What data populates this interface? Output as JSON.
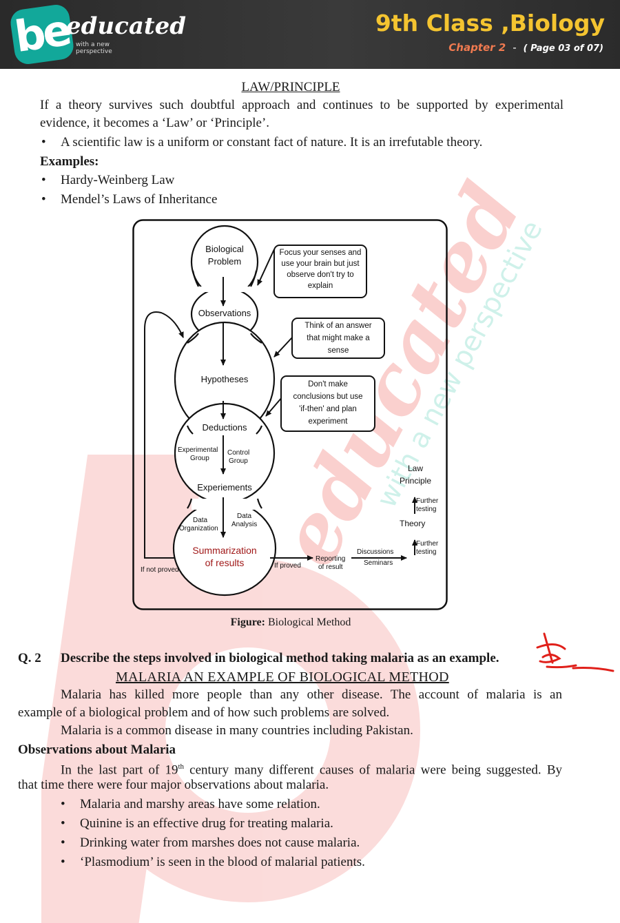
{
  "header": {
    "logo_mark": "be",
    "logo_word": "educated",
    "logo_tagline": "with a new perspective",
    "title": "9th Class ,Biology",
    "chapter": "Chapter 2",
    "separator": "-",
    "page": "( Page 03 of 07)"
  },
  "law_section": {
    "heading": "LAW/PRINCIPLE",
    "para_line1": "If a theory survives such doubtful approach and continues to be supported by experimental",
    "para_line2": "evidence, it becomes a ‘Law’ or ‘Principle’.",
    "bullet": "A scientific law is a uniform or constant fact of nature. It is an irrefutable theory.",
    "examples_heading": "Examples:",
    "examples": [
      "Hardy-Weinberg Law",
      "Mendel’s Laws of Inheritance"
    ]
  },
  "figure": {
    "nodes": {
      "biological_problem_1": "Biological",
      "biological_problem_2": "Problem",
      "observations": "Observations",
      "hypotheses": "Hypotheses",
      "deductions": "Deductions",
      "experimental_group_1": "Experimental",
      "experimental_group_2": "Group",
      "control_group_1": "Control",
      "control_group_2": "Group",
      "experiments": "Experiements",
      "data_organization_1": "Data",
      "data_organization_2": "Organization",
      "data_analysis_1": "Data",
      "data_analysis_2": "Analysis",
      "summarization_1": "Summarization",
      "summarization_2": "of results",
      "if_not_proved": "If not proved",
      "if_proved": "If proved",
      "reporting_1": "Reporting",
      "reporting_2": "of result",
      "discussions": "Discussions",
      "seminars": "Seminars",
      "further_testing_1a": "Further",
      "further_testing_1b": "testing",
      "theory": "Theory",
      "further_testing_2a": "Further",
      "further_testing_2b": "testing",
      "law": "Law",
      "principle": "Principle"
    },
    "notes": {
      "focus": [
        "Focus your senses and",
        "use your brain but just",
        "observe don't try to",
        "explain"
      ],
      "think": [
        "Think of an answer",
        "that might make a",
        "sense"
      ],
      "dont": [
        "Don't make",
        "conclusions but use",
        "'if-then' and plan",
        "experiment"
      ]
    },
    "caption_prefix": "Figure:",
    "caption": "Biological Method"
  },
  "q2": {
    "number": "Q. 2",
    "question": "Describe the steps involved in biological method taking malaria as an example.",
    "heading": "MALARIA AN EXAMPLE OF BIOLOGICAL METHOD",
    "p1_line1": "Malaria has killed more people than any other disease. The account of malaria is an",
    "p1_line2": "example of a biological problem and of how such problems are solved.",
    "p2": "Malaria is a common disease in many countries including Pakistan.",
    "obs_heading": "Observations about Malaria",
    "p3_line1_a": "In the last part of 19",
    "p3_line1_sup": "th",
    "p3_line1_b": " century many different causes of malaria were being suggested. By",
    "p3_line2": "that time there were four major observations about malaria.",
    "bullets": [
      "Malaria and marshy areas have some relation.",
      "Quinine is an effective drug for treating malaria.",
      "Drinking water from marshes does not cause malaria.",
      "‘Plasmodium’ is seen in the blood of malarial patients."
    ]
  },
  "watermark": {
    "word": "educated",
    "tagline": "with a new perspective",
    "mark": "be"
  },
  "colors": {
    "header_bg": "#2f2f2f",
    "title_yellow": "#f4c430",
    "chapter_orange": "#f07a50",
    "logo_teal": "#12a89a",
    "watermark_red": "#e8281e",
    "watermark_teal": "#5fd0b8"
  }
}
